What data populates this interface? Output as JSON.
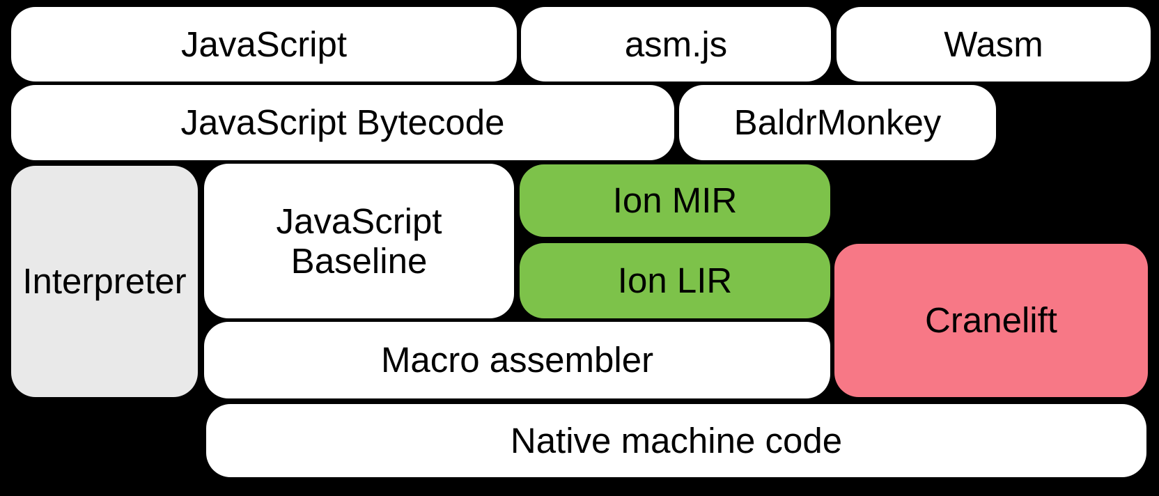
{
  "colors": {
    "background": "#000000",
    "text": "#000000",
    "white_box": "#ffffff",
    "gray_box": "#e9e9e9",
    "green_box": "#7dc24a",
    "pink_box": "#f77886"
  },
  "diagram": {
    "nodes": [
      {
        "id": "javascript",
        "label": "JavaScript",
        "fill": "#ffffff"
      },
      {
        "id": "asmjs",
        "label": "asm.js",
        "fill": "#ffffff"
      },
      {
        "id": "wasm",
        "label": "Wasm",
        "fill": "#ffffff"
      },
      {
        "id": "bytecode",
        "label": "JavaScript Bytecode",
        "fill": "#ffffff"
      },
      {
        "id": "baldrmonkey",
        "label": "BaldrMonkey",
        "fill": "#ffffff"
      },
      {
        "id": "interpreter",
        "label": "Interpreter",
        "fill": "#e9e9e9"
      },
      {
        "id": "baseline",
        "label": "JavaScript Baseline",
        "fill": "#ffffff"
      },
      {
        "id": "ionmir",
        "label": "Ion MIR",
        "fill": "#7dc24a"
      },
      {
        "id": "ionlir",
        "label": "Ion LIR",
        "fill": "#7dc24a"
      },
      {
        "id": "cranelift",
        "label": "Cranelift",
        "fill": "#f77886"
      },
      {
        "id": "macro",
        "label": "Macro assembler",
        "fill": "#ffffff"
      },
      {
        "id": "native",
        "label": "Native machine code",
        "fill": "#ffffff"
      }
    ]
  }
}
